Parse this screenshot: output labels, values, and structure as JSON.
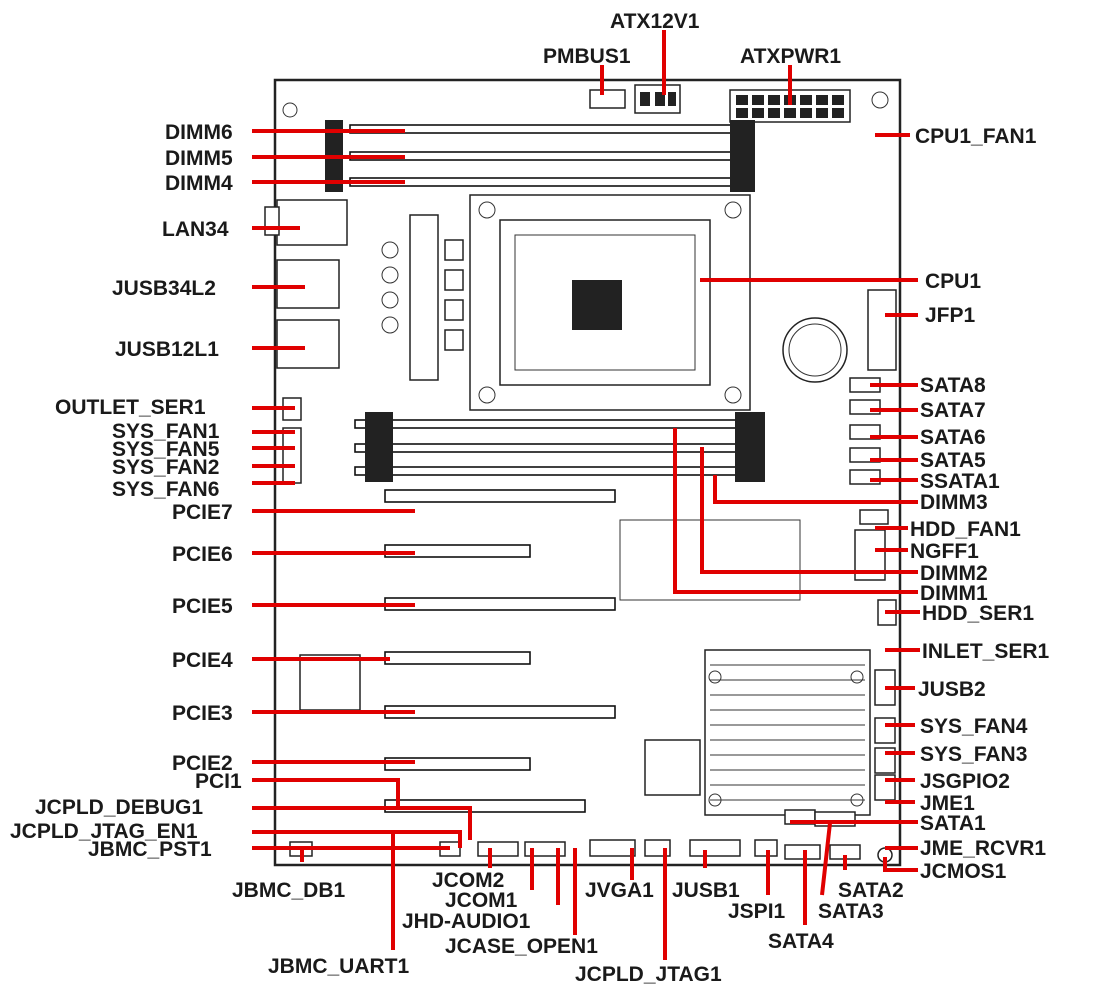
{
  "labels": {
    "atx12v1": "ATX12V1",
    "pmbus1": "PMBUS1",
    "atxpwr1": "ATXPWR1",
    "cpu1_fan1": "CPU1_FAN1",
    "dimm6": "DIMM6",
    "dimm5": "DIMM5",
    "dimm4": "DIMM4",
    "lan34": "LAN34",
    "jusb34l2": "JUSB34L2",
    "jusb12l1": "JUSB12L1",
    "cpu1": "CPU1",
    "jfp1": "JFP1",
    "outlet_ser1": "OUTLET_SER1",
    "sys_fan1": "SYS_FAN1",
    "sys_fan5": "SYS_FAN5",
    "sys_fan2": "SYS_FAN2",
    "sys_fan6": "SYS_FAN6",
    "sata8": "SATA8",
    "sata7": "SATA7",
    "sata6": "SATA6",
    "sata5": "SATA5",
    "ssata1": "SSATA1",
    "dimm3": "DIMM3",
    "pcie7": "PCIE7",
    "hdd_fan1": "HDD_FAN1",
    "pcie6": "PCIE6",
    "ngff1": "NGFF1",
    "dimm2": "DIMM2",
    "dimm1": "DIMM1",
    "pcie5": "PCIE5",
    "hdd_ser1": "HDD_SER1",
    "pcie4": "PCIE4",
    "inlet_ser1": "INLET_SER1",
    "jusb2": "JUSB2",
    "pcie3": "PCIE3",
    "sys_fan4": "SYS_FAN4",
    "sys_fan3": "SYS_FAN3",
    "pcie2": "PCIE2",
    "jsgpio2": "JSGPIO2",
    "pci1": "PCI1",
    "jme1": "JME1",
    "jcpld_debug1": "JCPLD_DEBUG1",
    "sata1": "SATA1",
    "jcpld_jtag_en1": "JCPLD_JTAG_EN1",
    "jme_rcvr1": "JME_RCVR1",
    "jbmc_pst1": "JBMC_PST1",
    "jcmos1": "JCMOS1",
    "jcom2": "JCOM2",
    "jcom1": "JCOM1",
    "jvga1": "JVGA1",
    "jusb1": "JUSB1",
    "sata2": "SATA2",
    "jbmc_db1": "JBMC_DB1",
    "jhd_audio1": "JHD-AUDIO1",
    "jspi1": "JSPI1",
    "sata3": "SATA3",
    "jcase_open1": "JCASE_OPEN1",
    "sata4": "SATA4",
    "jbmc_uart1": "JBMC_UART1",
    "jcpld_jtag1": "JCPLD_JTAG1"
  },
  "colors": {
    "leader": "#e00000",
    "label": "#1a1a1a",
    "outline": "#222222"
  }
}
